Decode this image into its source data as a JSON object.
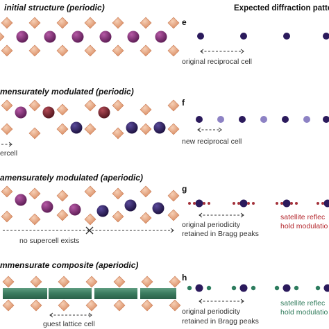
{
  "colors": {
    "cation": "#e8a27c",
    "cation_edge": "#c97a52",
    "purple": "#8a2f7c",
    "navy": "#2b1a5c",
    "red": "#7a2330",
    "lavender": "#8d82c4",
    "dot_red": "#a3313a",
    "dot_green": "#2d7c5e",
    "guest": "#3f7d63"
  },
  "right_title": "Expected diffraction patte",
  "panels": [
    {
      "heading": "initial structure (periodic)",
      "label": "e",
      "caption": "original reciprocal cell"
    },
    {
      "heading": "mensurately modulated (periodic)",
      "label": "f",
      "left_note": "ercell",
      "caption": "new reciprocal cell"
    },
    {
      "heading": "amensurately modulated (aperiodic)",
      "label": "g",
      "left_note": "no supercell exists",
      "caption_line1": "original periodicity",
      "caption_line2": "retained in Bragg peaks",
      "satellite_line1": "satellite reflec",
      "satellite_line2": "hold modulatio"
    },
    {
      "heading": "mmensurate composite (aperiodic)",
      "label": "h",
      "left_note": "guest lattice cell",
      "caption_line1": "original periodicity",
      "caption_line2": "retained in Bragg peaks",
      "satellite_line1": "satellite reflec",
      "satellite_line2": "hold modulatio"
    }
  ]
}
